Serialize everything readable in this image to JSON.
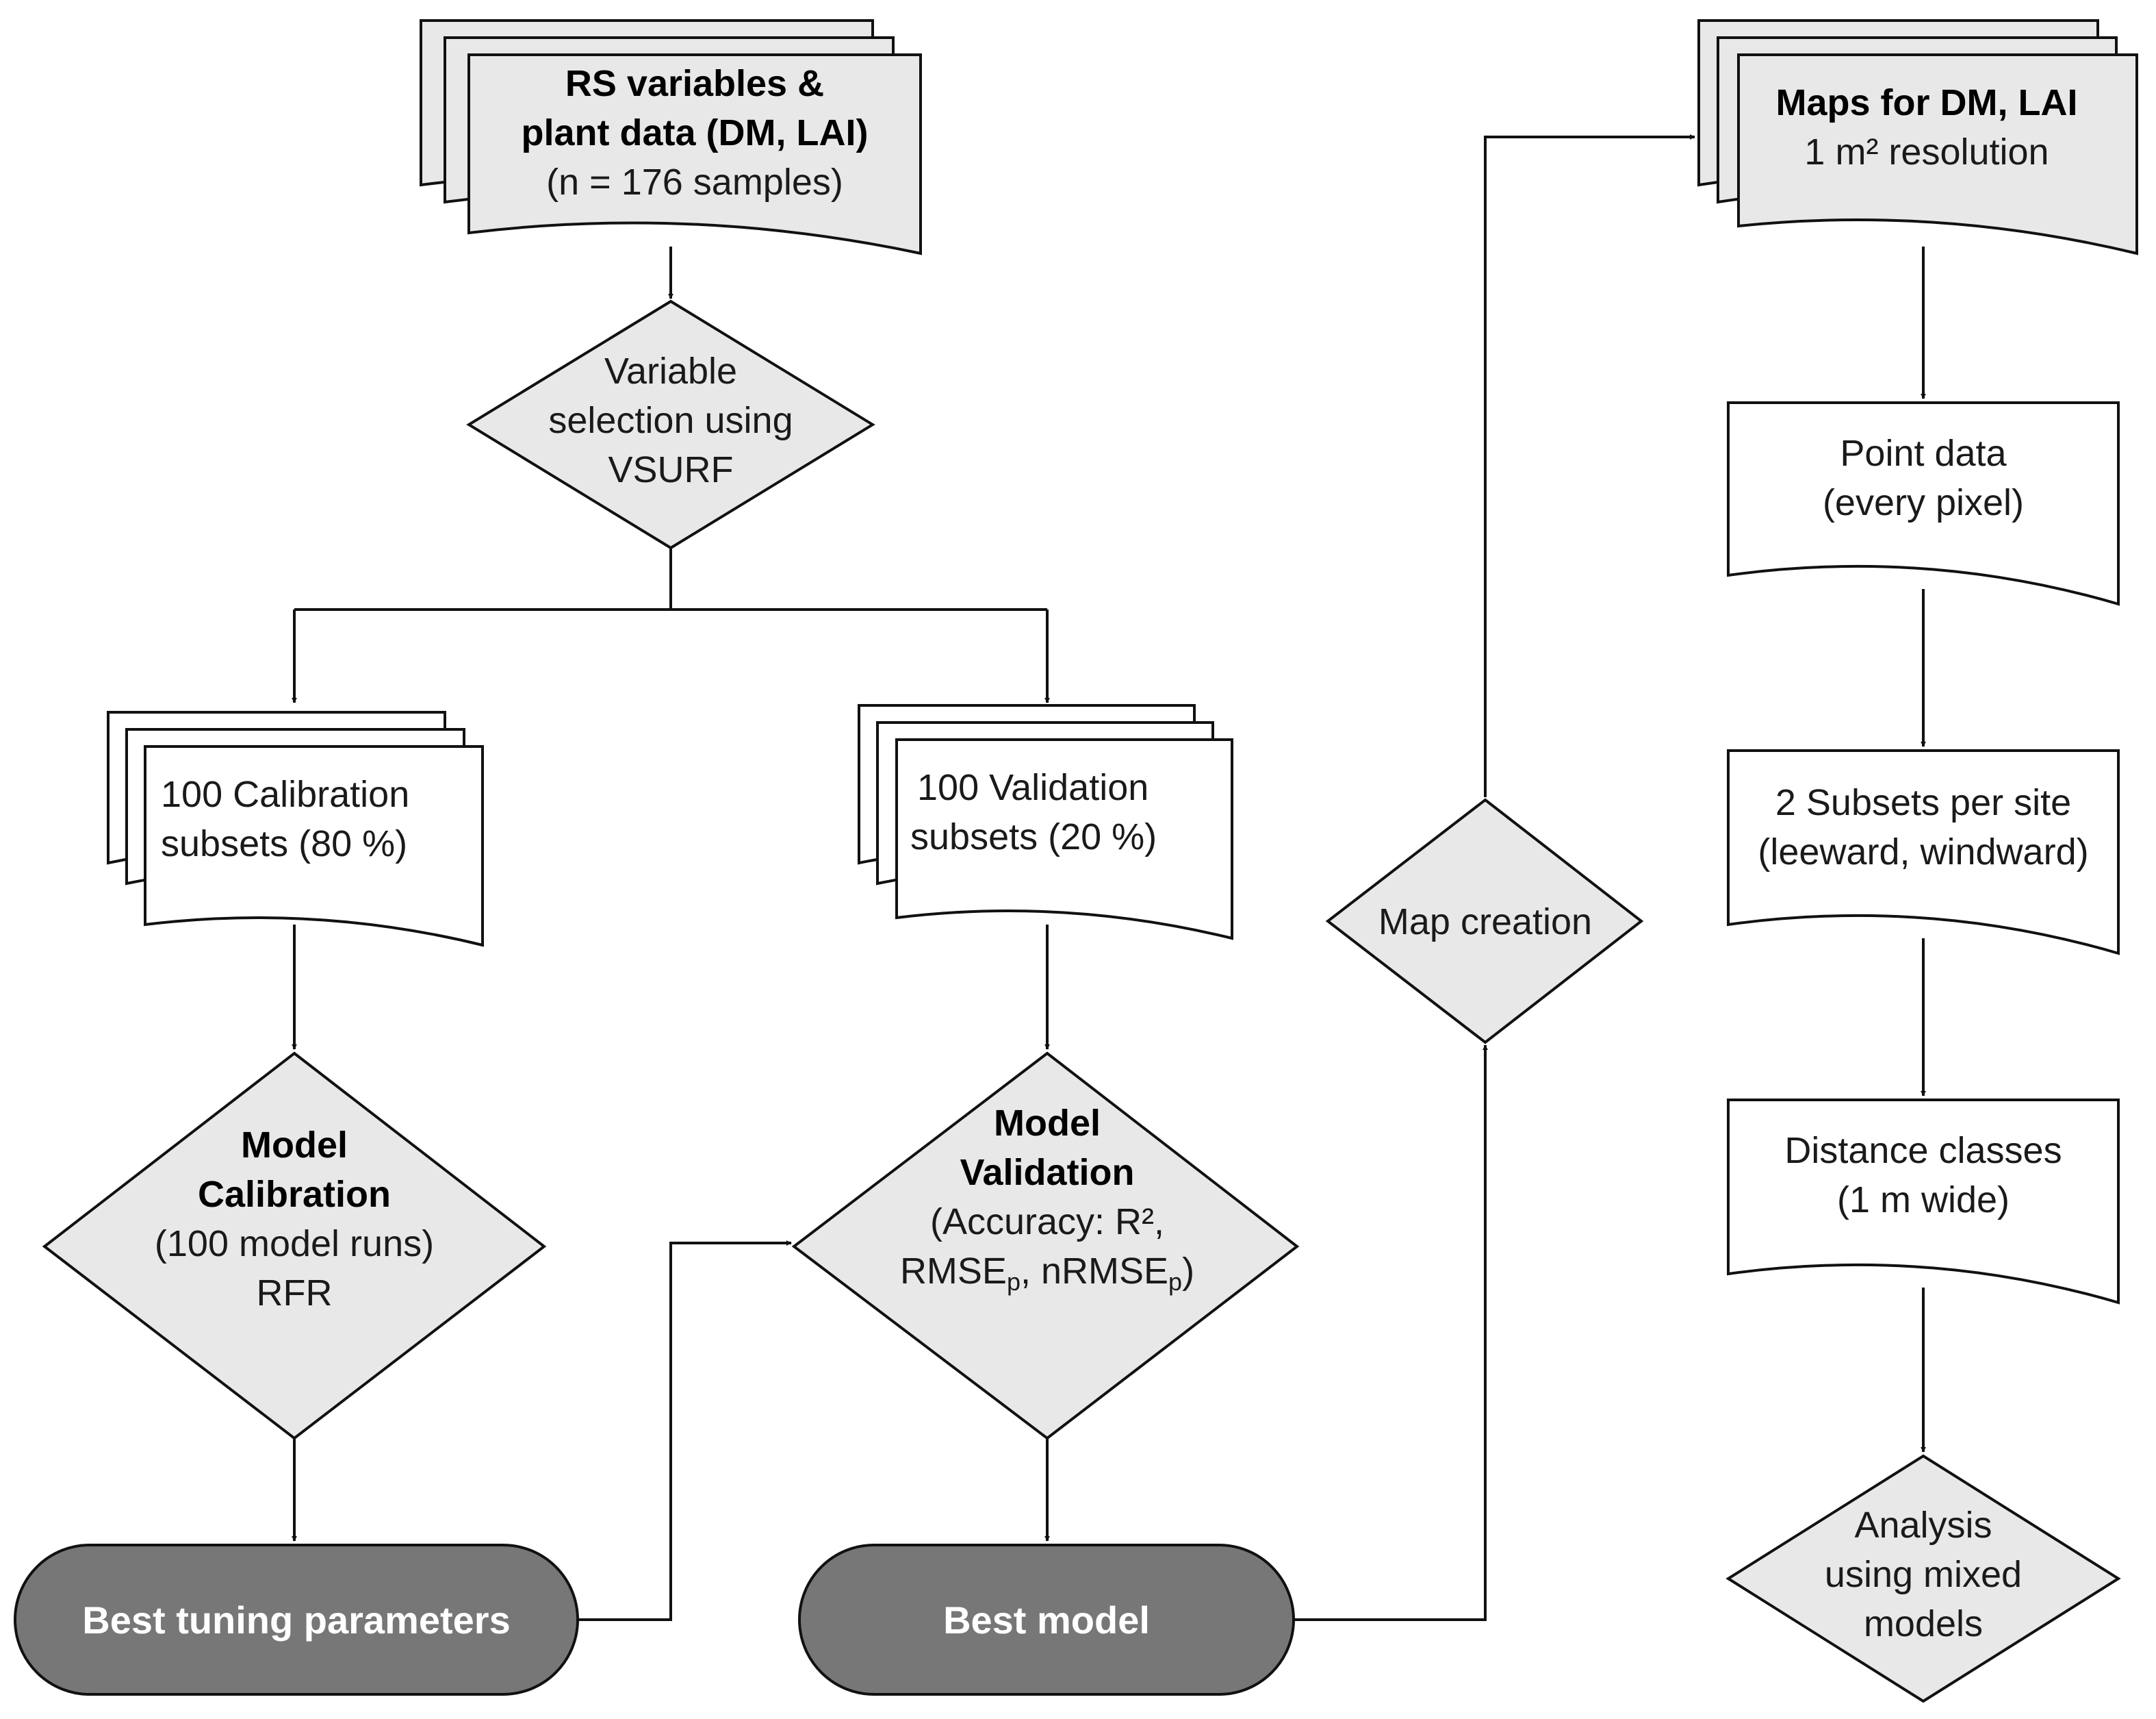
{
  "nodes": {
    "rs_data": {
      "title": "RS variables &",
      "title2": "plant data (DM, LAI)",
      "subtitle": "(n = 176 samples)"
    },
    "vsurf": {
      "line1": "Variable",
      "line2": "selection using",
      "line3": "VSURF"
    },
    "calib_subsets": {
      "line1": "100 Calibration",
      "line2": "subsets (80 %)"
    },
    "valid_subsets": {
      "line1": "100 Validation",
      "line2": "subsets (20 %)"
    },
    "model_calibration": {
      "title1": "Model",
      "title2": "Calibration",
      "line3": "(100 model runs)",
      "line4": "RFR"
    },
    "model_validation": {
      "title1": "Model",
      "title2": "Validation",
      "line3": "(Accuracy: R²,",
      "line4_a": "RMSE",
      "line4_sub1": "p",
      "line4_b": ", nRMSE",
      "line4_sub2": "p",
      "line4_c": ")"
    },
    "best_tuning": {
      "label": "Best tuning parameters"
    },
    "best_model": {
      "label": "Best model"
    },
    "map_creation": {
      "label": "Map creation"
    },
    "maps": {
      "title": "Maps for DM, LAI",
      "subtitle": "1 m² resolution"
    },
    "point_data": {
      "line1": "Point data",
      "line2": "(every pixel)"
    },
    "subsets_site": {
      "line1": "2 Subsets per site",
      "line2": "(leeward, windward)"
    },
    "distance_classes": {
      "line1": "Distance classes",
      "line2": "(1 m wide)"
    },
    "analysis": {
      "line1": "Analysis",
      "line2": "using mixed",
      "line3": "models"
    }
  },
  "colors": {
    "node_fill": "#e8e8e8",
    "doc_fill": "#ffffff",
    "terminal_fill": "#777777",
    "line": "#111111"
  }
}
